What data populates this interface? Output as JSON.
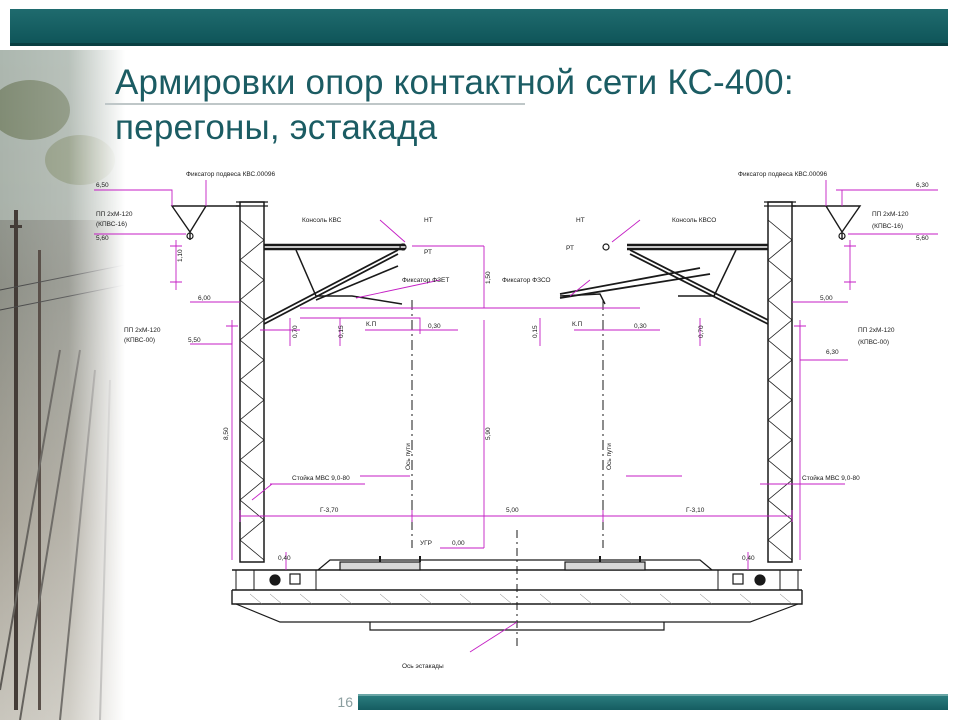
{
  "slide": {
    "title_line1": "Армировки опор контактной сети КС-400:",
    "title_line2": "перегоны, эстакада",
    "page_number": "16"
  },
  "drawing": {
    "labels": {
      "fixator_left": "Фиксатор подвеса КВС.00096",
      "fixator_right": "Фиксатор подвеса КВС.00096",
      "pt_left_top": "ПП 2хМ-120",
      "kpvs_left_top": "(КПВС-16)",
      "pt_right_top": "ПП 2хМ-120",
      "kpvs_right_top": "(КПВС-16)",
      "console_left": "Консоль КВС",
      "console_right": "Консоль КВСО",
      "nt_left": "НТ",
      "nt_right": "НТ",
      "rt_left": "РТ",
      "rt_right": "РТ",
      "fix_fzet": "Фиксатор ФЗЕТ",
      "fix_fzso": "Фиксатор ФЗСО",
      "pt_left_mid": "ПП 2хМ-120",
      "kpvs_left_mid": "(КПВС-00)",
      "pt_right_mid": "ПП 2хМ-120",
      "kpvs_right_mid": "(КПВС-00)",
      "kp": "К.П",
      "kp2": "К.П",
      "pole_left": "Стойка МВС 9,0-80",
      "pole_right": "Стойка МВС 9,0-80",
      "axis_left": "Ось пути",
      "axis_right": "Ось пути",
      "ugr": "УГР",
      "axis_bottom": "Ось эстакады"
    },
    "dims": {
      "d_650": "6,50",
      "d_560": "5,60",
      "d_630": "6,30",
      "d_600": "6,00",
      "d_550": "5,50",
      "d_500_r": "5,00",
      "d_560_r": "5,60",
      "d_630_r": "6,30",
      "d_110": "1,10",
      "d_150": "1,50",
      "d_030": "0,30",
      "d_030_r": "0,30",
      "d_015": "0,15",
      "d_015_r": "0,15",
      "d_070": "0,70",
      "d_070_r": "0,70",
      "d_590": "5,90",
      "d_850": "8,50",
      "g_left": "Г-3,70",
      "g_right": "Г-3,10",
      "d_500": "5,00",
      "d_000": "0,00",
      "d_040": "0,40",
      "d_040_r": "0,40"
    }
  },
  "colors": {
    "accent": "#1b5c63",
    "bar": "#1f6b6e",
    "dimension_magenta": "#c41ec4",
    "drawing_black": "#1a1a1a"
  }
}
